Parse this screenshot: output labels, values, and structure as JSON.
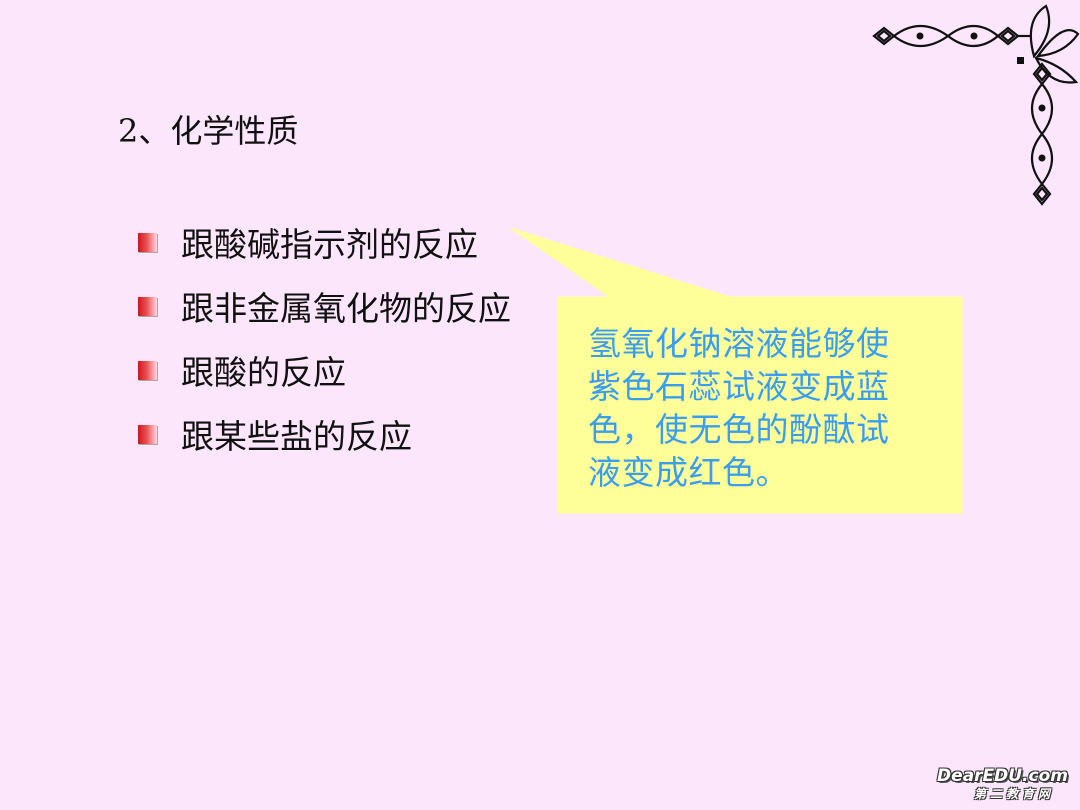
{
  "slide": {
    "title": "2、化学性质",
    "bullets": [
      {
        "label": "跟酸碱指示剂的反应"
      },
      {
        "label": "跟非金属氧化物的反应"
      },
      {
        "label": "跟酸的反应"
      },
      {
        "label": "跟某些盐的反应"
      }
    ],
    "callout": {
      "lines": [
        "氢氧化钠溶液能够使",
        "紫色石蕊试液变成蓝",
        "色，使无色的酚酞试",
        "液变成红色。"
      ],
      "text_color": "#3a9df0",
      "fill_color": "#ffff99"
    }
  },
  "watermark": {
    "line1": "DearEDU.com",
    "line2": "第二教育网"
  },
  "colors": {
    "background": "#fce6fc",
    "bullet_marker": "#d01818"
  },
  "icons": {
    "bullet": "square-bullet-icon",
    "corner": "corner-ornament-icon"
  }
}
